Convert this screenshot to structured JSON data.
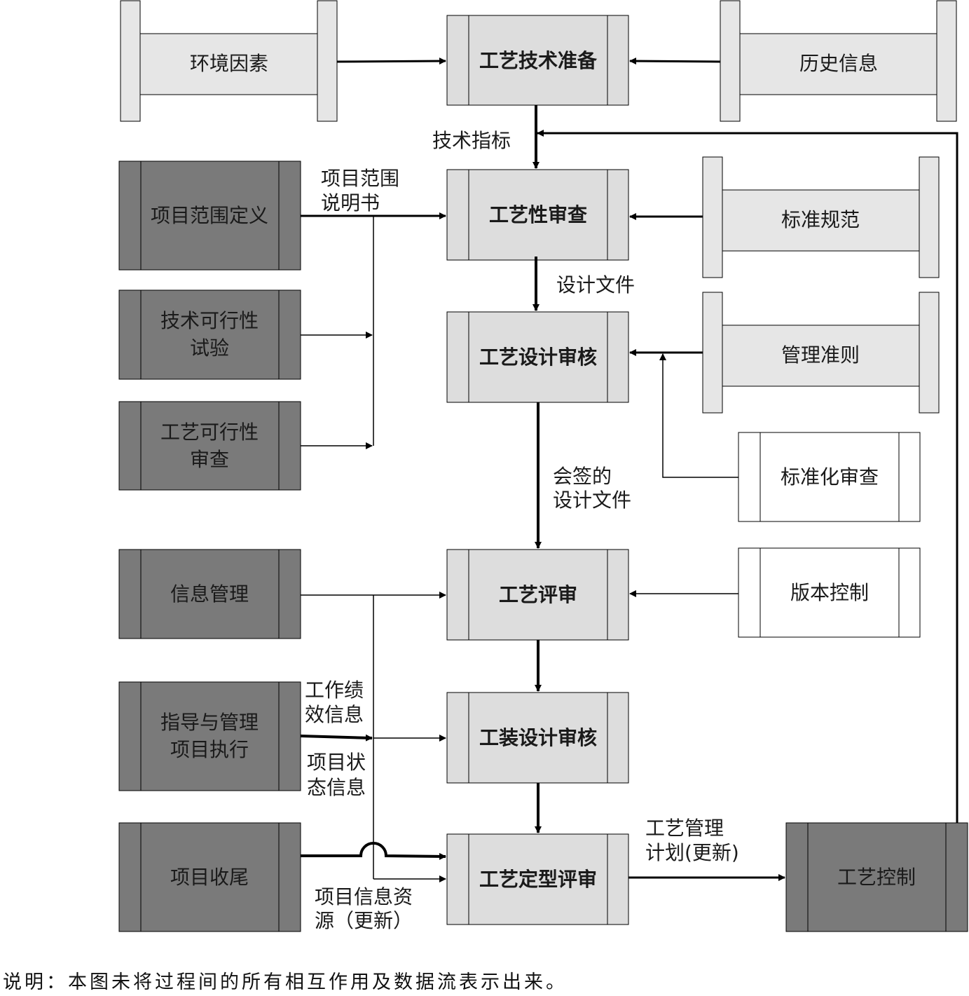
{
  "diagram": {
    "nodes": {
      "env": "环境因素",
      "history": "历史信息",
      "prep": "工艺技术准备",
      "scope_def": "项目范围定义",
      "craft_review": "工艺性审查",
      "standards": "标准规范",
      "tech_test": [
        "技术可行性",
        "试验"
      ],
      "design_audit": "工艺设计审核",
      "mgmt_rules": "管理准则",
      "craft_feas": [
        "工艺可行性",
        "审查"
      ],
      "std_review": "标准化审查",
      "info_mgmt": "信息管理",
      "evaluation": "工艺评审",
      "version": "版本控制",
      "guide_exec": [
        "指导与管理",
        "项目执行"
      ],
      "tooling_audit": "工装设计审核",
      "closing": "项目收尾",
      "final_review": "工艺定型评审",
      "control": "工艺控制"
    },
    "edge_labels": {
      "tech_index": "技术指标",
      "scope_stmt": [
        "项目范围",
        "说明书"
      ],
      "design_docs": "设计文件",
      "signed_docs": [
        "会签的",
        "设计文件"
      ],
      "work_perf": [
        "工作绩",
        "效信息"
      ],
      "proj_status": [
        "项目状",
        "态信息"
      ],
      "info_res": [
        "项目信息资",
        "源（更新）"
      ],
      "mgmt_plan": [
        "工艺管理",
        "计划(更新)"
      ]
    },
    "footnote": "说明：本图未将过程间的所有相互作用及数据流表示出来。",
    "colors": {
      "process_fill": "#dddddd",
      "input_fill": "#7a7a7a",
      "doc_fill": "#e6e6e6",
      "tool_fill": "#ffffff",
      "stroke": "#000000"
    }
  }
}
